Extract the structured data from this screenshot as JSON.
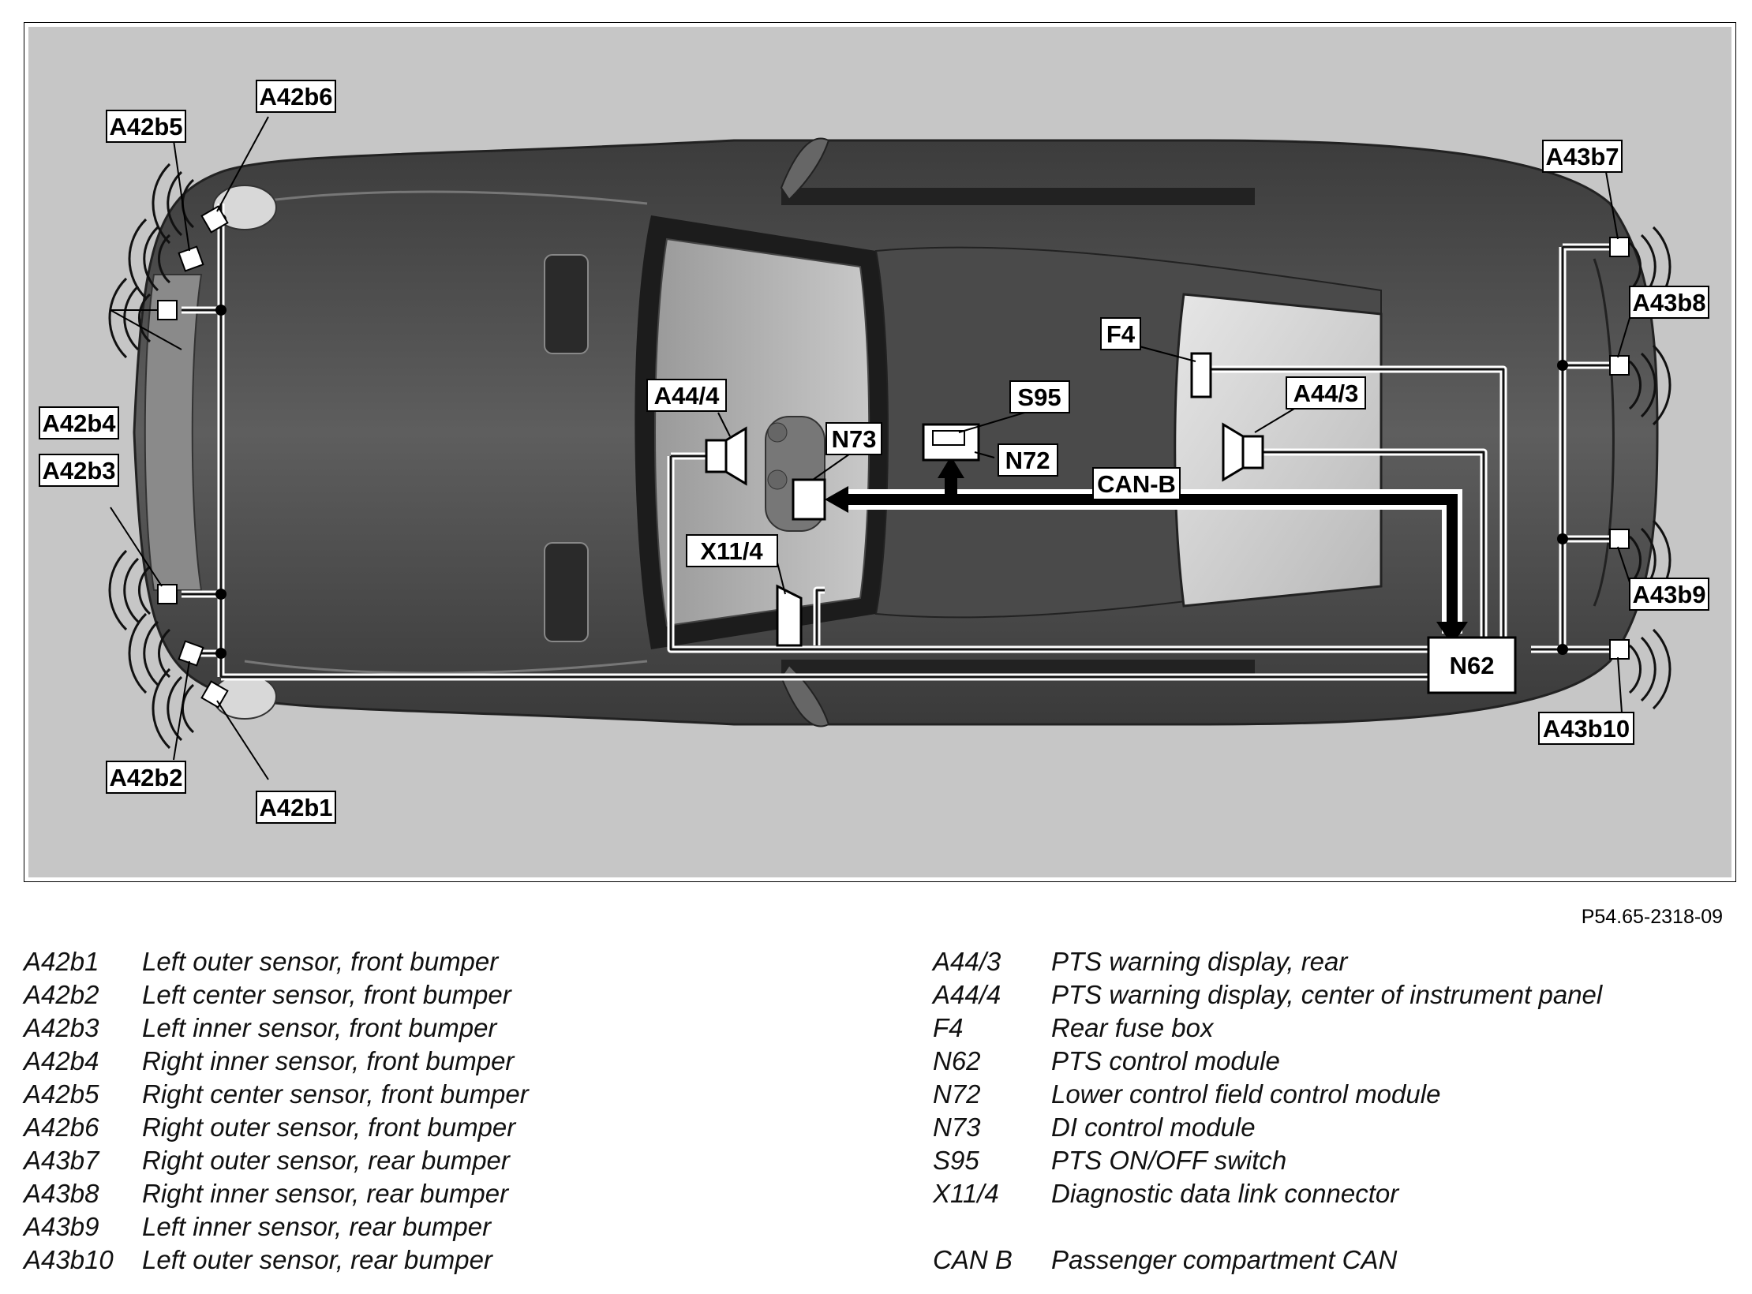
{
  "figure": {
    "labels": {
      "a42b1": "A42b1",
      "a42b2": "A42b2",
      "a42b3": "A42b3",
      "a42b4": "A42b4",
      "a42b5": "A42b5",
      "a42b6": "A42b6",
      "a43b7": "A43b7",
      "a43b8": "A43b8",
      "a43b9": "A43b9",
      "a43b10": "A43b10",
      "a44_3": "A44/3",
      "a44_4": "A44/4",
      "f4": "F4",
      "s95": "S95",
      "n72": "N72",
      "n73": "N73",
      "n62": "N62",
      "x11_4": "X11/4",
      "can_b": "CAN-B"
    },
    "reference_code": "P54.65-2318-09"
  },
  "legend": {
    "left": [
      {
        "code": "A42b1",
        "desc": "Left outer sensor, front bumper"
      },
      {
        "code": "A42b2",
        "desc": "Left center sensor, front bumper"
      },
      {
        "code": "A42b3",
        "desc": "Left inner sensor, front bumper"
      },
      {
        "code": "A42b4",
        "desc": "Right inner sensor, front bumper"
      },
      {
        "code": "A42b5",
        "desc": "Right center sensor, front bumper"
      },
      {
        "code": "A42b6",
        "desc": "Right outer sensor, front bumper"
      },
      {
        "code": "A43b7",
        "desc": "Right outer sensor, rear bumper"
      },
      {
        "code": "A43b8",
        "desc": "Right inner sensor, rear bumper"
      },
      {
        "code": "A43b9",
        "desc": "Left inner sensor, rear bumper"
      },
      {
        "code": "A43b10",
        "desc": "Left outer sensor, rear bumper"
      }
    ],
    "right": [
      {
        "code": "A44/3",
        "desc": "PTS warning display, rear"
      },
      {
        "code": "A44/4",
        "desc": "PTS warning display, center of instrument panel"
      },
      {
        "code": "F4",
        "desc": "Rear fuse box"
      },
      {
        "code": "N62",
        "desc": "PTS control module"
      },
      {
        "code": "N72",
        "desc": "Lower control field control module"
      },
      {
        "code": "N73",
        "desc": "DI control module"
      },
      {
        "code": "S95",
        "desc": "PTS ON/OFF switch"
      },
      {
        "code": "X11/4",
        "desc": "Diagnostic data link connector"
      }
    ],
    "can": {
      "code": "CAN B",
      "desc": "Passenger compartment CAN"
    }
  }
}
